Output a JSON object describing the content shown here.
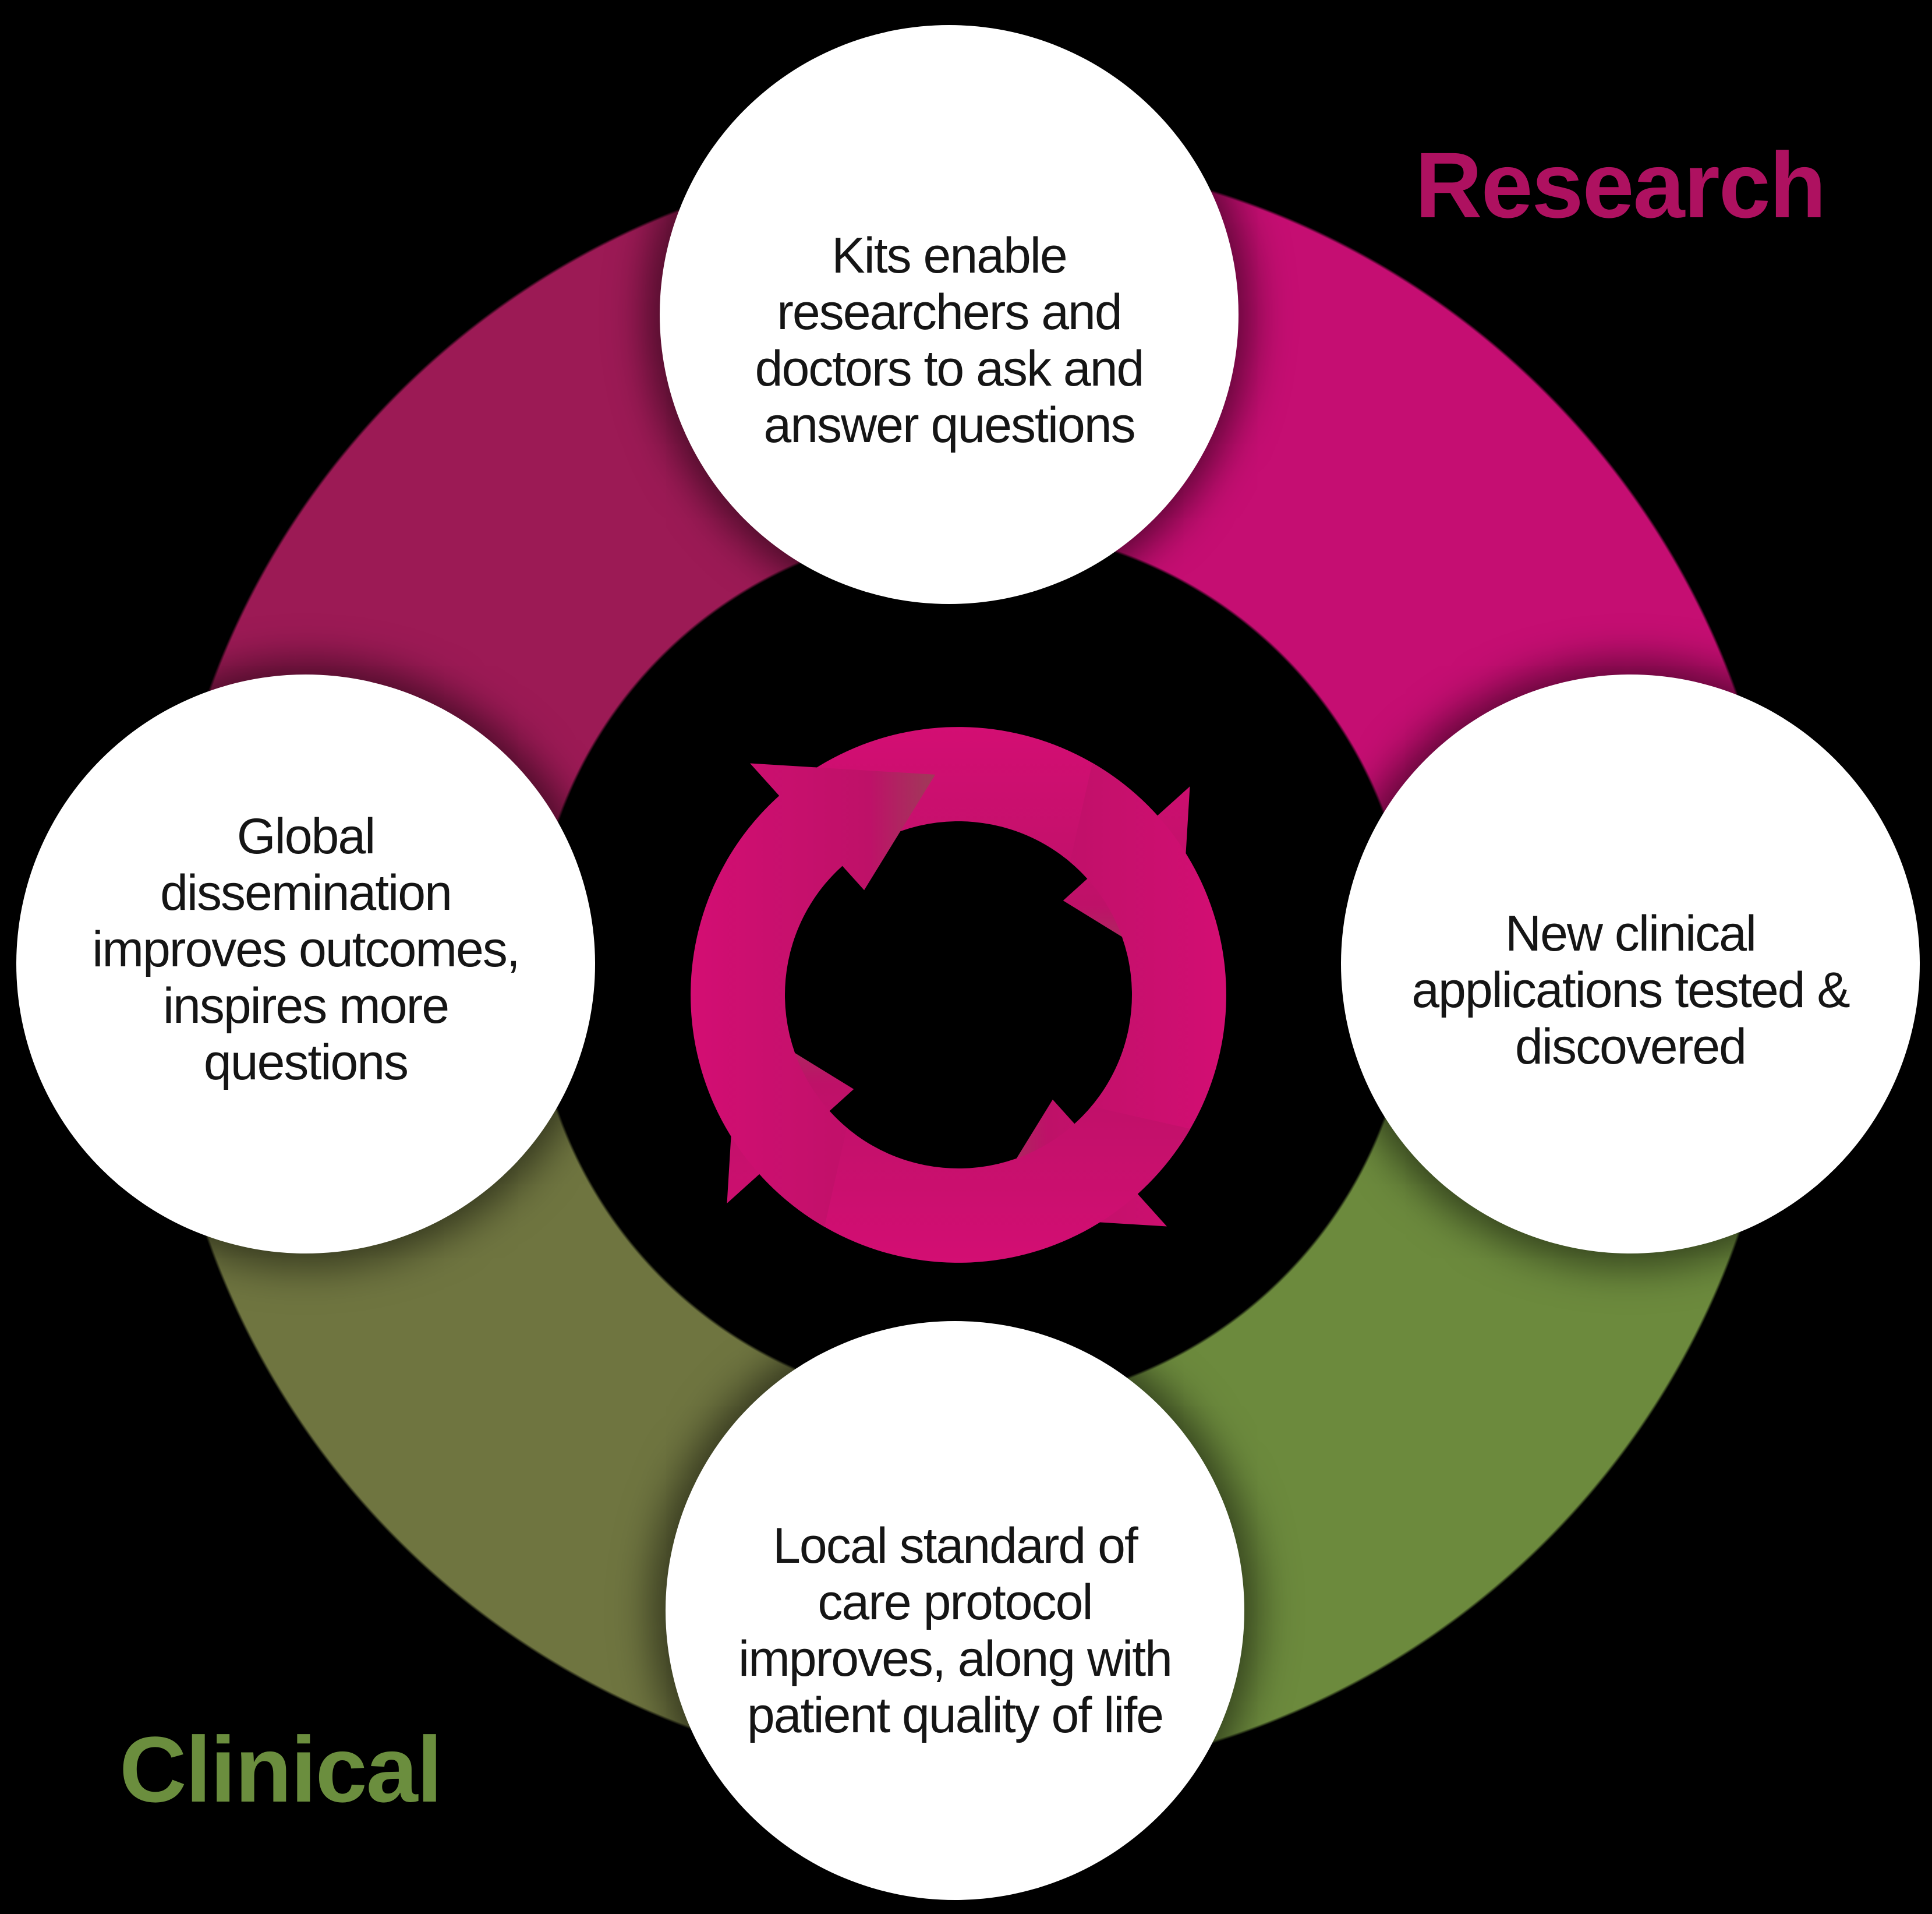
{
  "diagram": {
    "title_labels": {
      "research": "Research",
      "clinical": "Clinical"
    },
    "nodes": [
      {
        "id": "top",
        "position": "top",
        "lines": [
          "Kits enable",
          "researchers and",
          "doctors to ask and",
          "answer questions"
        ]
      },
      {
        "id": "right",
        "position": "right",
        "lines": [
          "New clinical",
          "applications tested &",
          "discovered"
        ]
      },
      {
        "id": "bottom",
        "position": "bottom",
        "lines": [
          "Local standard of",
          "care protocol",
          "improves, along with",
          "patient quality of life"
        ]
      },
      {
        "id": "left",
        "position": "left",
        "lines": [
          "Global",
          "dissemination",
          "improves outcomes,",
          "inspires more",
          "questions"
        ]
      }
    ],
    "icons": [
      {
        "name": "cycle-arrows-icon"
      }
    ],
    "colors": {
      "background": "#000000",
      "research_label": "#AE1160",
      "clinical_label": "#6B8E3E",
      "ring_magenta_bright": "#C50E72",
      "ring_magenta_mid": "#AC1164",
      "ring_magenta_dark": "#9C1A55",
      "ring_green_bright": "#6C8A3D",
      "ring_olive": "#6F7540",
      "node_fill": "#FFFFFF",
      "node_text": "#151515",
      "cycle_arrows_pink": "#D90D76",
      "cycle_arrows_green": "#6D8E3B"
    }
  }
}
